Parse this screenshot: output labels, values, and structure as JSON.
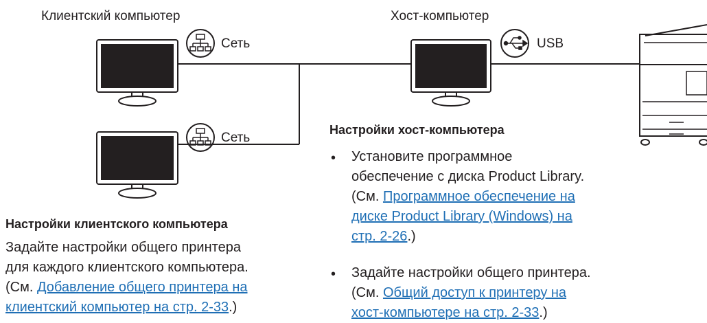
{
  "labels": {
    "client_computer": "Клиентский компьютер",
    "host_computer": "Хост-компьютер",
    "network_1": "Сеть",
    "network_2": "Сеть",
    "usb": "USB"
  },
  "icons": {
    "network_icon": "network-icon",
    "usb_icon": "usb-icon",
    "monitor_icon": "monitor-icon",
    "printer_icon": "printer-icon"
  },
  "client_settings": {
    "heading": "Настройки клиентского компьютера",
    "line1": "Задайте настройки общего принтера",
    "line2": "для каждого клиентского компьютера.",
    "see_prefix": "(См. ",
    "link_line1": "Добавление общего принтера на ",
    "link_line2": "клиентский компьютер на стр. 2-33",
    "see_suffix": ".)"
  },
  "host_settings": {
    "heading": "Настройки хост-компьютера",
    "bullet": "•",
    "item1": {
      "line1": "Установите программное",
      "line2": "обеспечение с диска Product Library.",
      "see_prefix": "(См. ",
      "link_line1": "Программное обеспечение на ",
      "link_line2": "диске Product Library (Windows) на ",
      "link_line3": "стр. 2-26",
      "see_suffix": ".)"
    },
    "item2": {
      "line1": "Задайте настройки общего принтера.",
      "see_prefix": "(См. ",
      "link_line1": "Общий доступ к принтеру на ",
      "link_line2": "хост-компьютере на стр. 2-33",
      "see_suffix": ".)"
    }
  },
  "colors": {
    "screen": "#231f20",
    "line": "#231f20",
    "link": "#1f6fb5"
  }
}
